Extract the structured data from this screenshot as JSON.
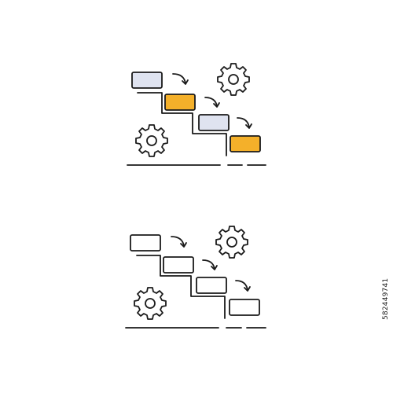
{
  "stock_id": "582449741",
  "variants": [
    {
      "style": "colored",
      "icons": [
        "process-block-icon",
        "arrow-icon",
        "gear-icon",
        "step-line-icon"
      ]
    },
    {
      "style": "outline",
      "icons": [
        "process-block-icon",
        "arrow-icon",
        "gear-icon",
        "step-line-icon"
      ]
    }
  ],
  "colors": {
    "stroke": "#1a1a1a",
    "block_light": "#dfe3f0",
    "block_accent": "#f4b02a",
    "background": "#ffffff"
  }
}
